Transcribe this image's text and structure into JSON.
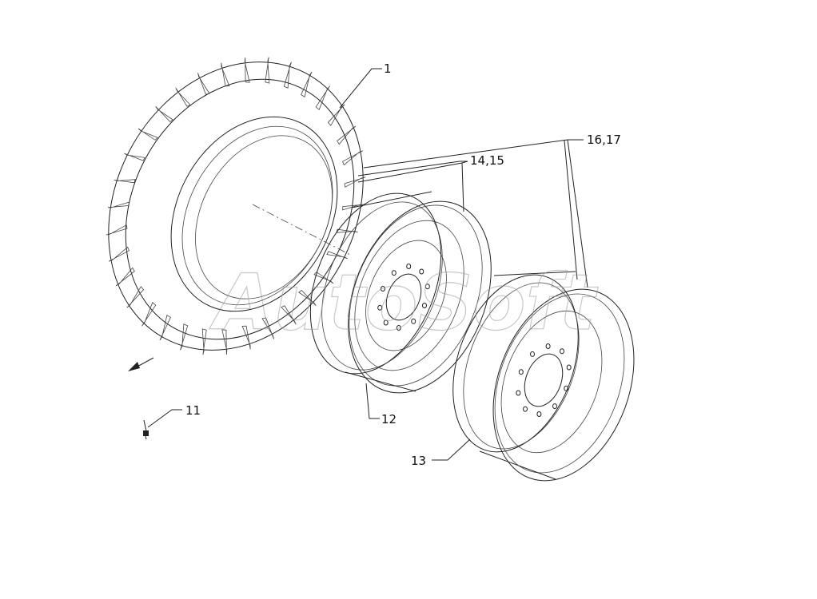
{
  "labels": {
    "tyre": "1",
    "bolt": "11",
    "rim_a": "12",
    "rim_b": "13",
    "valve_a": "14,15",
    "valve_b": "16,17"
  },
  "watermark": "AutoSoft",
  "colors": {
    "line": "#222222",
    "watermark": "#9a9a9a",
    "background": "#ffffff"
  }
}
